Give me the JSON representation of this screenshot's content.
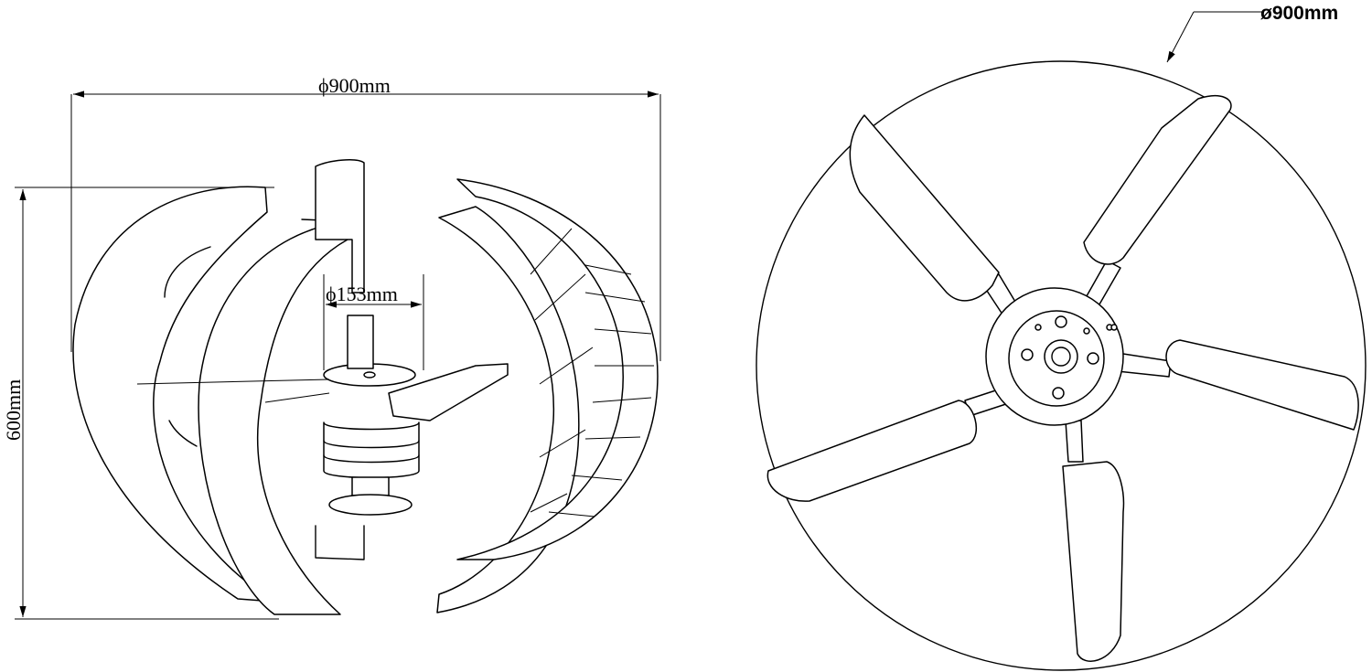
{
  "side_view": {
    "diameter_label": "ϕ900mm",
    "height_label": "600mm",
    "hub_label": "ϕ153mm"
  },
  "top_view": {
    "diameter_label": "ø900mm"
  }
}
